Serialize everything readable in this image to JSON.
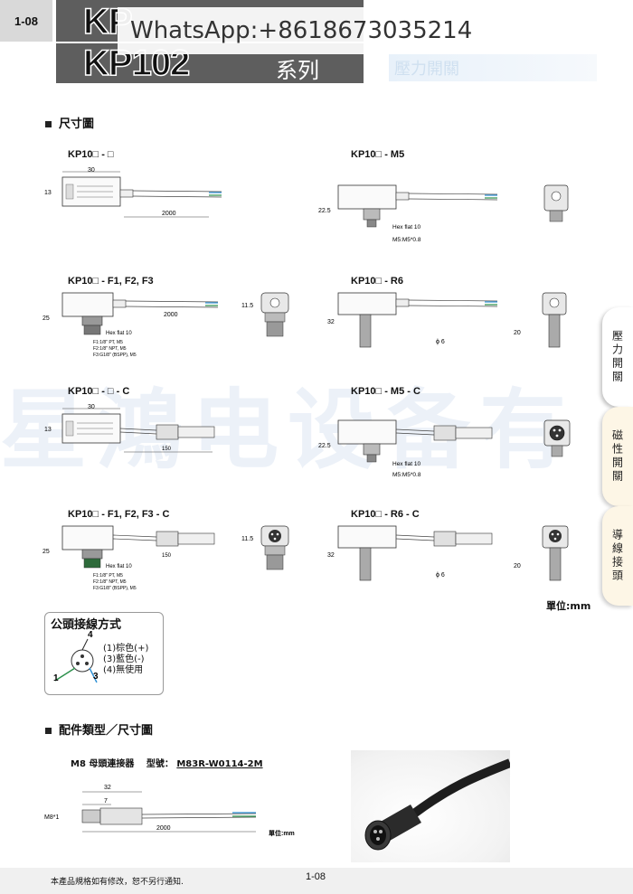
{
  "header": {
    "page_number": "1-08",
    "model_top": "KP",
    "model_bottom": "KP102",
    "series_suffix": "系列",
    "overlay_text": "WhatsApp:+8618673035214",
    "right_caption": "壓力開關"
  },
  "section_dimensions": {
    "title": "尺寸圖",
    "unit": "單位:mm"
  },
  "diagrams": {
    "d1": {
      "title": "KP10□ - □",
      "width": "30",
      "height": "13",
      "cable": "2000"
    },
    "d2": {
      "title": "KP10□ - M5",
      "height": "22.5",
      "hex": "Hex flat 10",
      "thread": "M5:M5*0.8"
    },
    "d3": {
      "title": "KP10□ - F1, F2, F3",
      "height": "25",
      "side_height": "11.5",
      "cable": "2000",
      "hex": "Hex flat 10",
      "f1": "F1:1/8\" PT, M5",
      "f2": "F2:1/8\" NPT, M5",
      "f3": "F3:G1/8\" (BSPP), M5"
    },
    "d4": {
      "title": "KP10□ - R6",
      "height": "32",
      "side_height": "20",
      "diameter": "ϕ 6"
    },
    "d5": {
      "title": "KP10□ - □ - C",
      "width": "30",
      "height": "13",
      "cable": "150"
    },
    "d6": {
      "title": "KP10□ - M5 - C",
      "height": "22.5",
      "hex": "Hex flat 10",
      "thread": "M5:M5*0.8"
    },
    "d7": {
      "title": "KP10□ - F1, F2, F3 - C",
      "height": "25",
      "side_height": "11.5",
      "cable": "150",
      "hex": "Hex flat 10",
      "f1": "F1:1/8\" PT, M5",
      "f2": "F2:1/8\" NPT, M5",
      "f3": "F3:G1/8\" (BSPP), M5"
    },
    "d8": {
      "title": "KP10□ - R6 - C",
      "height": "32",
      "side_height": "20",
      "diameter": "ϕ 6"
    }
  },
  "wiring": {
    "title": "公頭接線方式",
    "pin_top": "4",
    "pin_left": "1",
    "pin_right": "3",
    "line1": "(1)棕色(+)",
    "line2": "(3)藍色(-)",
    "line3": "(4)無使用"
  },
  "section_accessories": {
    "title": "配件類型／尺寸圖",
    "connector_label": "M8 母頭連接器",
    "model_label": "型號：",
    "model_number": "M83R-W0114-2M",
    "dim_total": "32",
    "dim_short": "7",
    "dim_dia": "M8*1",
    "cable": "2000",
    "unit": "單位:mm"
  },
  "side_tabs": [
    {
      "label": "壓力開關",
      "color": "#ffffff"
    },
    {
      "label": "磁性開關",
      "color": "#fdf6e6"
    },
    {
      "label": "導線接頭",
      "color": "#fdf6e6"
    }
  ],
  "watermark_text": "星鴻电设备有",
  "footer": {
    "note": "本產品規格如有修改，恕不另行通知.",
    "page": "1-08"
  }
}
